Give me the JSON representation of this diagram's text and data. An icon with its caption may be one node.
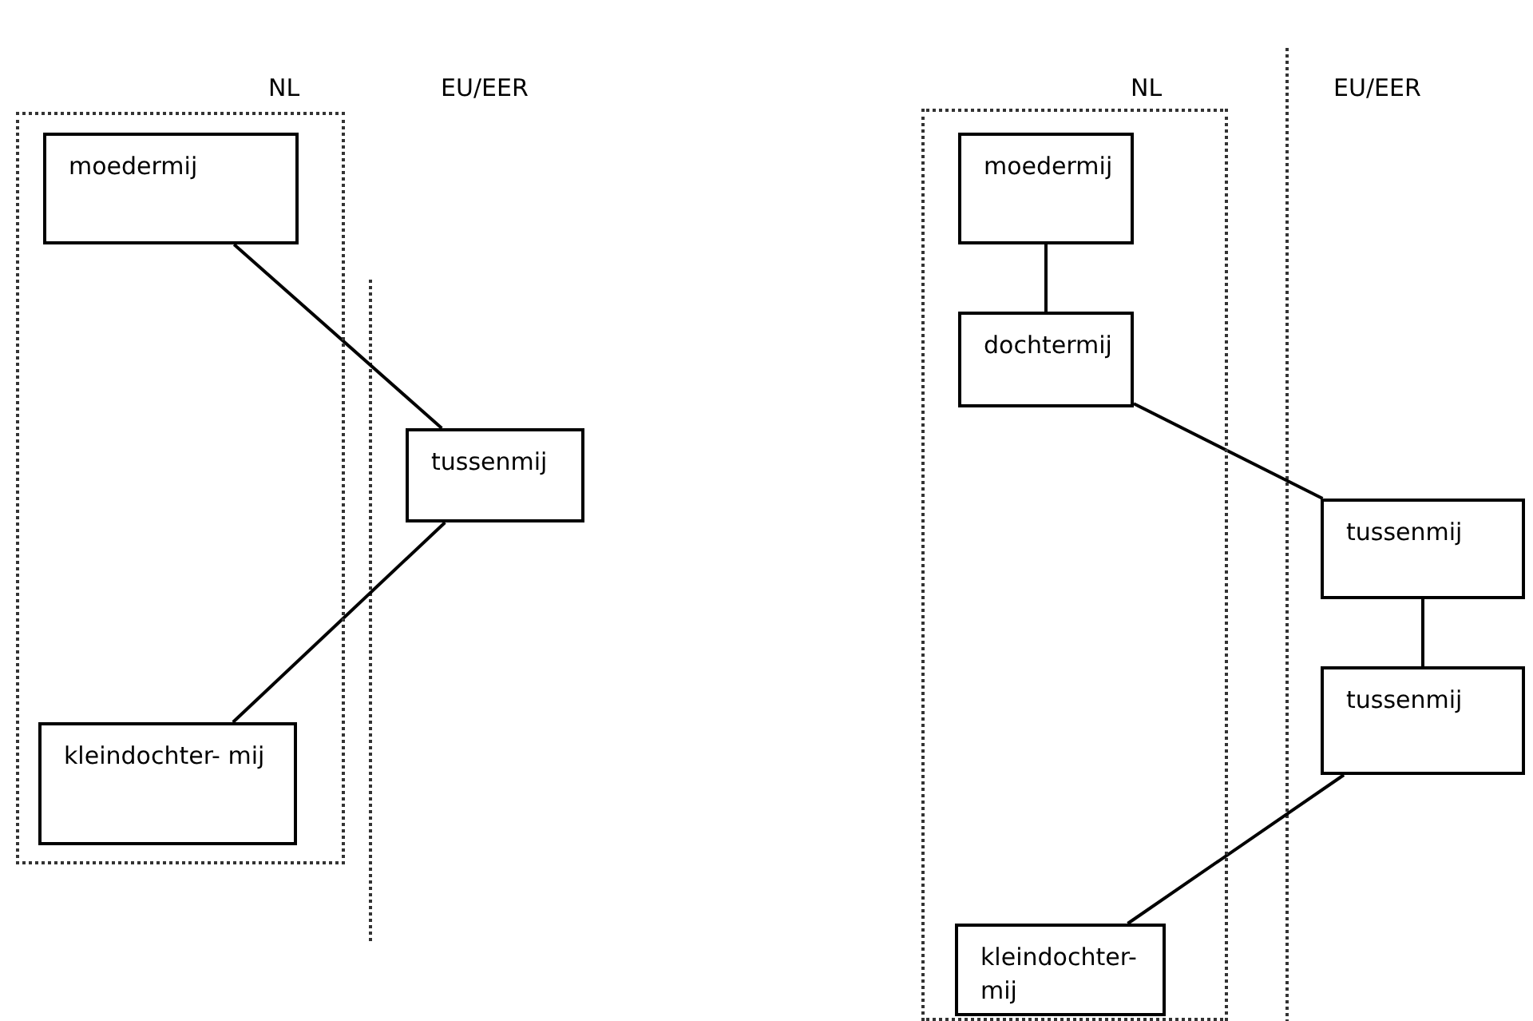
{
  "diagram": {
    "nodes": [
      {
        "text": [],
        "shape": "box"
      },
      {
        "text": [
          "moedermij"
        ],
        "in": 0
      },
      {
        "text": [
          "tussenmij"
        ]
      },
      {
        "text": [
          "kleindochter- mij"
        ],
        "in": 0
      },
      {
        "text": [],
        "shape": "box"
      },
      {
        "text": [
          "moedermij"
        ],
        "in": 4
      },
      {
        "text": [
          "dochtermij"
        ],
        "in": 4
      },
      {
        "text": [
          "tussenmij"
        ]
      },
      {
        "text": [
          "tussenmij"
        ]
      },
      {
        "text": [
          "kleindochter- mij"
        ],
        "in": 4
      }
    ],
    "edges": [
      {
        "from": 1,
        "to": 2,
        "arrow": "none"
      },
      {
        "from": 2,
        "to": 3,
        "arrow": "none"
      },
      {
        "from": 5,
        "to": 6,
        "arrow": "none"
      },
      {
        "from": 6,
        "to": 7,
        "arrow": "none"
      },
      {
        "from": 7,
        "to": 8,
        "arrow": "none"
      },
      {
        "from": 8,
        "to": 9,
        "arrow": "none"
      }
    ],
    "labels": [
      "NL",
      "EU/EER",
      "NL",
      "EU/EER"
    ]
  }
}
